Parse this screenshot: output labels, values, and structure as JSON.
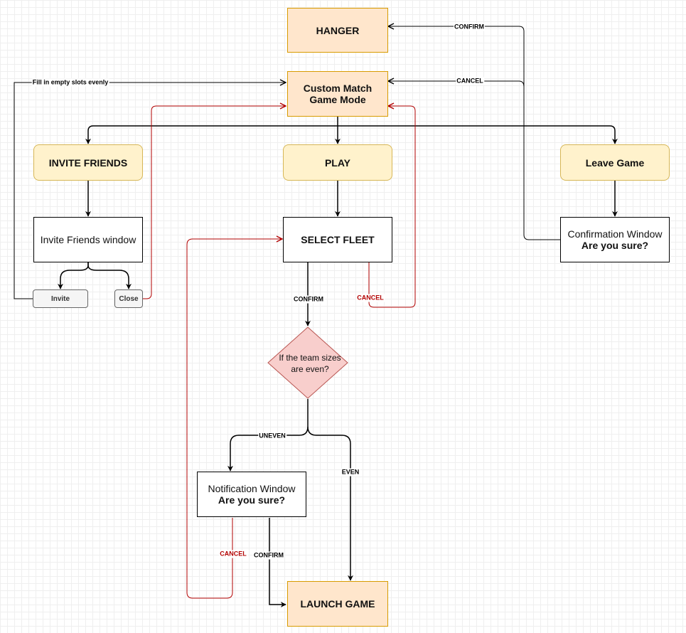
{
  "nodes": {
    "hanger": "HANGER",
    "custom_match_line1": "Custom Match",
    "custom_match_line2": "Game Mode",
    "invite_friends": "INVITE FRIENDS",
    "play": "PLAY",
    "leave_game": "Leave Game",
    "invite_window": "Invite Friends window",
    "select_fleet": "SELECT FLEET",
    "confirmation_line1": "Confirmation Window",
    "confirmation_line2": "Are you sure?",
    "invite_button": "Invite",
    "close_button": "Close",
    "decision_line1": "If the team sizes",
    "decision_line2": "are even?",
    "notification_line1": "Notification Window",
    "notification_line2": "Are you sure?",
    "launch_game": "LAUNCH GAME"
  },
  "edge_labels": {
    "confirm_top": "CONFIRM",
    "cancel_top": "CANCEL",
    "fill_slots": "Fill in empty slots evenly",
    "confirm_fleet": "CONFIRM",
    "cancel_fleet": "CANCEL",
    "uneven": "UNEVEN",
    "even": "EVEN",
    "cancel_notification": "CANCEL",
    "confirm_notification": "CONFIRM"
  },
  "colors": {
    "terminal_fill": "#ffe6cc",
    "terminal_border": "#d79b00",
    "action_fill": "#fff2cc",
    "action_border": "#d6b656",
    "decision_fill": "#f8cecc",
    "decision_border": "#b85450",
    "cancel_edge": "#b20000",
    "edge": "#000000"
  }
}
